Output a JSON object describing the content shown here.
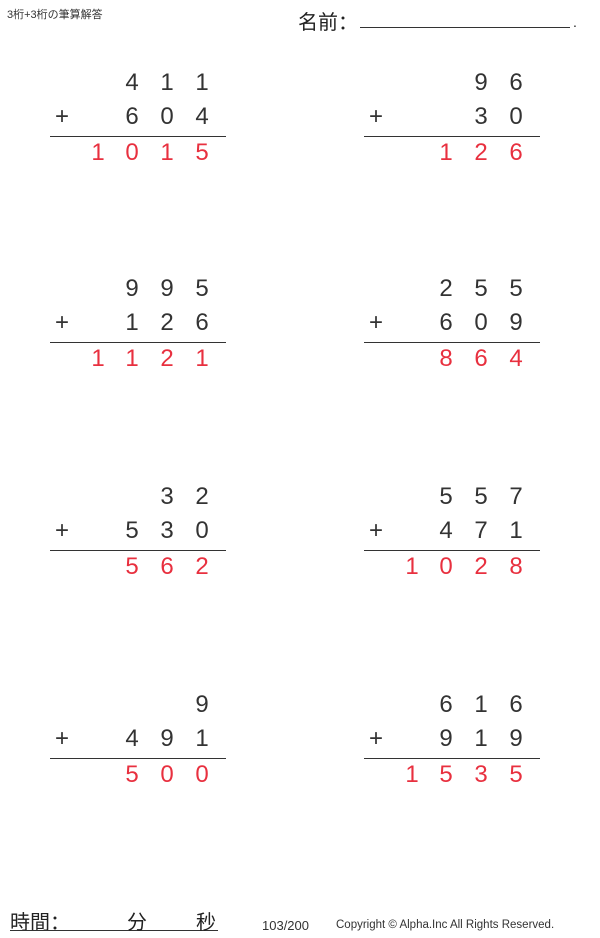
{
  "header": {
    "title": "3桁+3桁の筆算解答",
    "name_label": "名前：",
    "name_end": "."
  },
  "problems": [
    {
      "top": [
        "",
        "4",
        "1",
        "1"
      ],
      "bottom": [
        "",
        "6",
        "0",
        "4"
      ],
      "answer": [
        "1",
        "0",
        "1",
        "5"
      ]
    },
    {
      "top": [
        "",
        "",
        "9",
        "6"
      ],
      "bottom": [
        "",
        "",
        "3",
        "0"
      ],
      "answer": [
        "",
        "1",
        "2",
        "6"
      ]
    },
    {
      "top": [
        "",
        "9",
        "9",
        "5"
      ],
      "bottom": [
        "",
        "1",
        "2",
        "6"
      ],
      "answer": [
        "1",
        "1",
        "2",
        "1"
      ]
    },
    {
      "top": [
        "",
        "2",
        "5",
        "5"
      ],
      "bottom": [
        "",
        "6",
        "0",
        "9"
      ],
      "answer": [
        "",
        "8",
        "6",
        "4"
      ]
    },
    {
      "top": [
        "",
        "",
        "3",
        "2"
      ],
      "bottom": [
        "",
        "5",
        "3",
        "0"
      ],
      "answer": [
        "",
        "5",
        "6",
        "2"
      ]
    },
    {
      "top": [
        "",
        "5",
        "5",
        "7"
      ],
      "bottom": [
        "",
        "4",
        "7",
        "1"
      ],
      "answer": [
        "1",
        "0",
        "2",
        "8"
      ]
    },
    {
      "top": [
        "",
        "",
        "",
        "9"
      ],
      "bottom": [
        "",
        "4",
        "9",
        "1"
      ],
      "answer": [
        "",
        "5",
        "0",
        "0"
      ]
    },
    {
      "top": [
        "",
        "6",
        "1",
        "6"
      ],
      "bottom": [
        "",
        "9",
        "1",
        "9"
      ],
      "answer": [
        "1",
        "5",
        "3",
        "5"
      ]
    }
  ],
  "operator": "+",
  "footer": {
    "time_label": "時間：",
    "minutes_label": "分",
    "seconds_label": "秒",
    "page": "103/200",
    "copyright": "Copyright © Alpha.Inc All Rights Reserved."
  },
  "colors": {
    "answer": "#e8303f",
    "text": "#333333"
  }
}
